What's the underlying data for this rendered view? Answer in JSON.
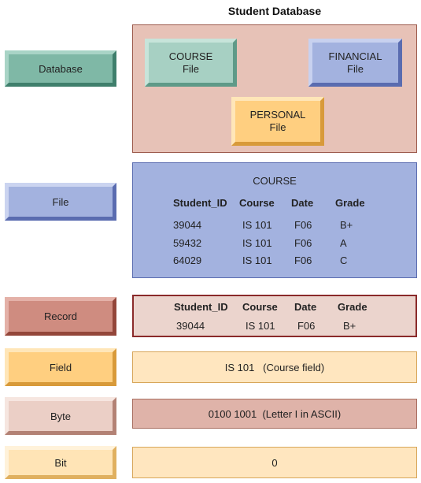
{
  "title": "Student Database",
  "labels": {
    "database": "Database",
    "file": "File",
    "record": "Record",
    "field": "Field",
    "byte": "Byte",
    "bit": "Bit"
  },
  "database_panel": {
    "course": {
      "line1": "COURSE",
      "line2": "File"
    },
    "financial": {
      "line1": "FINANCIAL",
      "line2": "File"
    },
    "personal": {
      "line1": "PERSONAL",
      "line2": "File"
    }
  },
  "file_panel": {
    "title": "COURSE",
    "headers": [
      "Student_ID",
      "Course",
      "Date",
      "Grade"
    ],
    "rows": [
      [
        "39044",
        "IS 101",
        "F06",
        "B+"
      ],
      [
        "59432",
        "IS 101",
        "F06",
        "A"
      ],
      [
        "64029",
        "IS 101",
        "F06",
        "C"
      ]
    ]
  },
  "record_panel": {
    "headers": [
      "Student_ID",
      "Course",
      "Date",
      "Grade"
    ],
    "row": [
      "39044",
      "IS 101",
      "F06",
      "B+"
    ]
  },
  "field_panel": {
    "text": "IS 101   (Course field)"
  },
  "byte_panel": {
    "text": "0100 1001  (Letter I in ASCII)"
  },
  "bit_panel": {
    "text": "0"
  },
  "colors": {
    "database": "#7fb8a6",
    "file": "#a3b2df",
    "record": "#cf8c80",
    "field": "#ffcf80",
    "byte": "#ebcfc6",
    "bit": "#ffe4b6"
  }
}
